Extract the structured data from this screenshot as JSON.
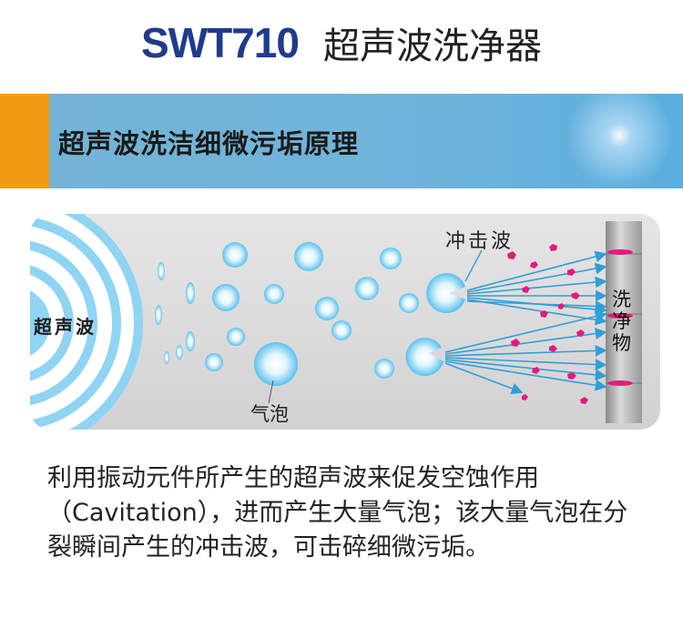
{
  "header": {
    "model": "SWT710",
    "name": "超声波洗净器"
  },
  "banner": {
    "heading": "超声波洗洁细微污垢原理"
  },
  "diagram": {
    "source_label": "超声波",
    "bubble_label": "气泡",
    "shockwave_label": "冲击波",
    "target_label": "洗净物",
    "colors": {
      "arrow": "#2f9fd8",
      "dirt": "#e6197d",
      "bubble": "#7fd0f4"
    }
  },
  "description": "利用振动元件所产生的超声波来促发空蚀作用（Cavitation），进而产生大量气泡；该大量气泡在分裂瞬间产生的冲击波，可击碎细微污垢。"
}
